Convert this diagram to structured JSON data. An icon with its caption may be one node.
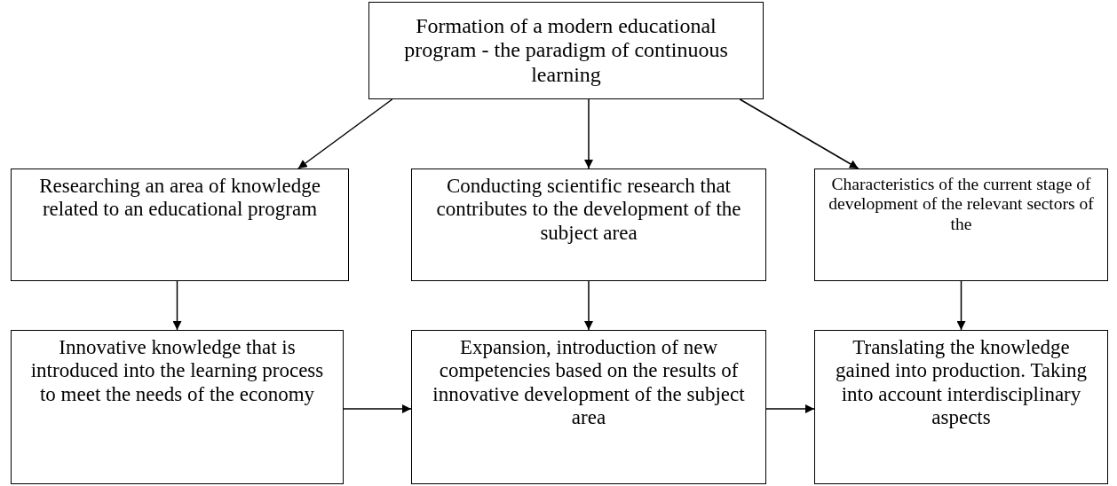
{
  "diagram": {
    "nodes": [
      {
        "text": [
          "Formation of a modern educational program - the paradigm of continuous learning"
        ]
      },
      {
        "text": [
          "Researching an area of knowledge related to an educational program"
        ]
      },
      {
        "text": [
          "Conducting scientific research that contributes to the development of the subject area"
        ]
      },
      {
        "text": [
          "Characteristics of the current stage of development of the relevant sectors of the"
        ]
      },
      {
        "text": [
          "Innovative knowledge that is introduced into the learning process to meet the needs of the economy"
        ]
      },
      {
        "text": [
          "Expansion, introduction of new competencies based on the results of innovative development of the subject area"
        ]
      },
      {
        "text": [
          "Translating the knowledge gained into production. Taking into account interdisciplinary aspects"
        ]
      }
    ],
    "edges": [
      {
        "from": 0,
        "to": 1,
        "arrow": "to"
      },
      {
        "from": 0,
        "to": 2,
        "arrow": "to"
      },
      {
        "from": 0,
        "to": 3,
        "arrow": "to"
      },
      {
        "from": 1,
        "to": 4,
        "arrow": "to"
      },
      {
        "from": 2,
        "to": 5,
        "arrow": "to"
      },
      {
        "from": 3,
        "to": 6,
        "arrow": "to"
      },
      {
        "from": 4,
        "to": 5,
        "arrow": "to"
      },
      {
        "from": 5,
        "to": 6,
        "arrow": "to"
      }
    ]
  }
}
